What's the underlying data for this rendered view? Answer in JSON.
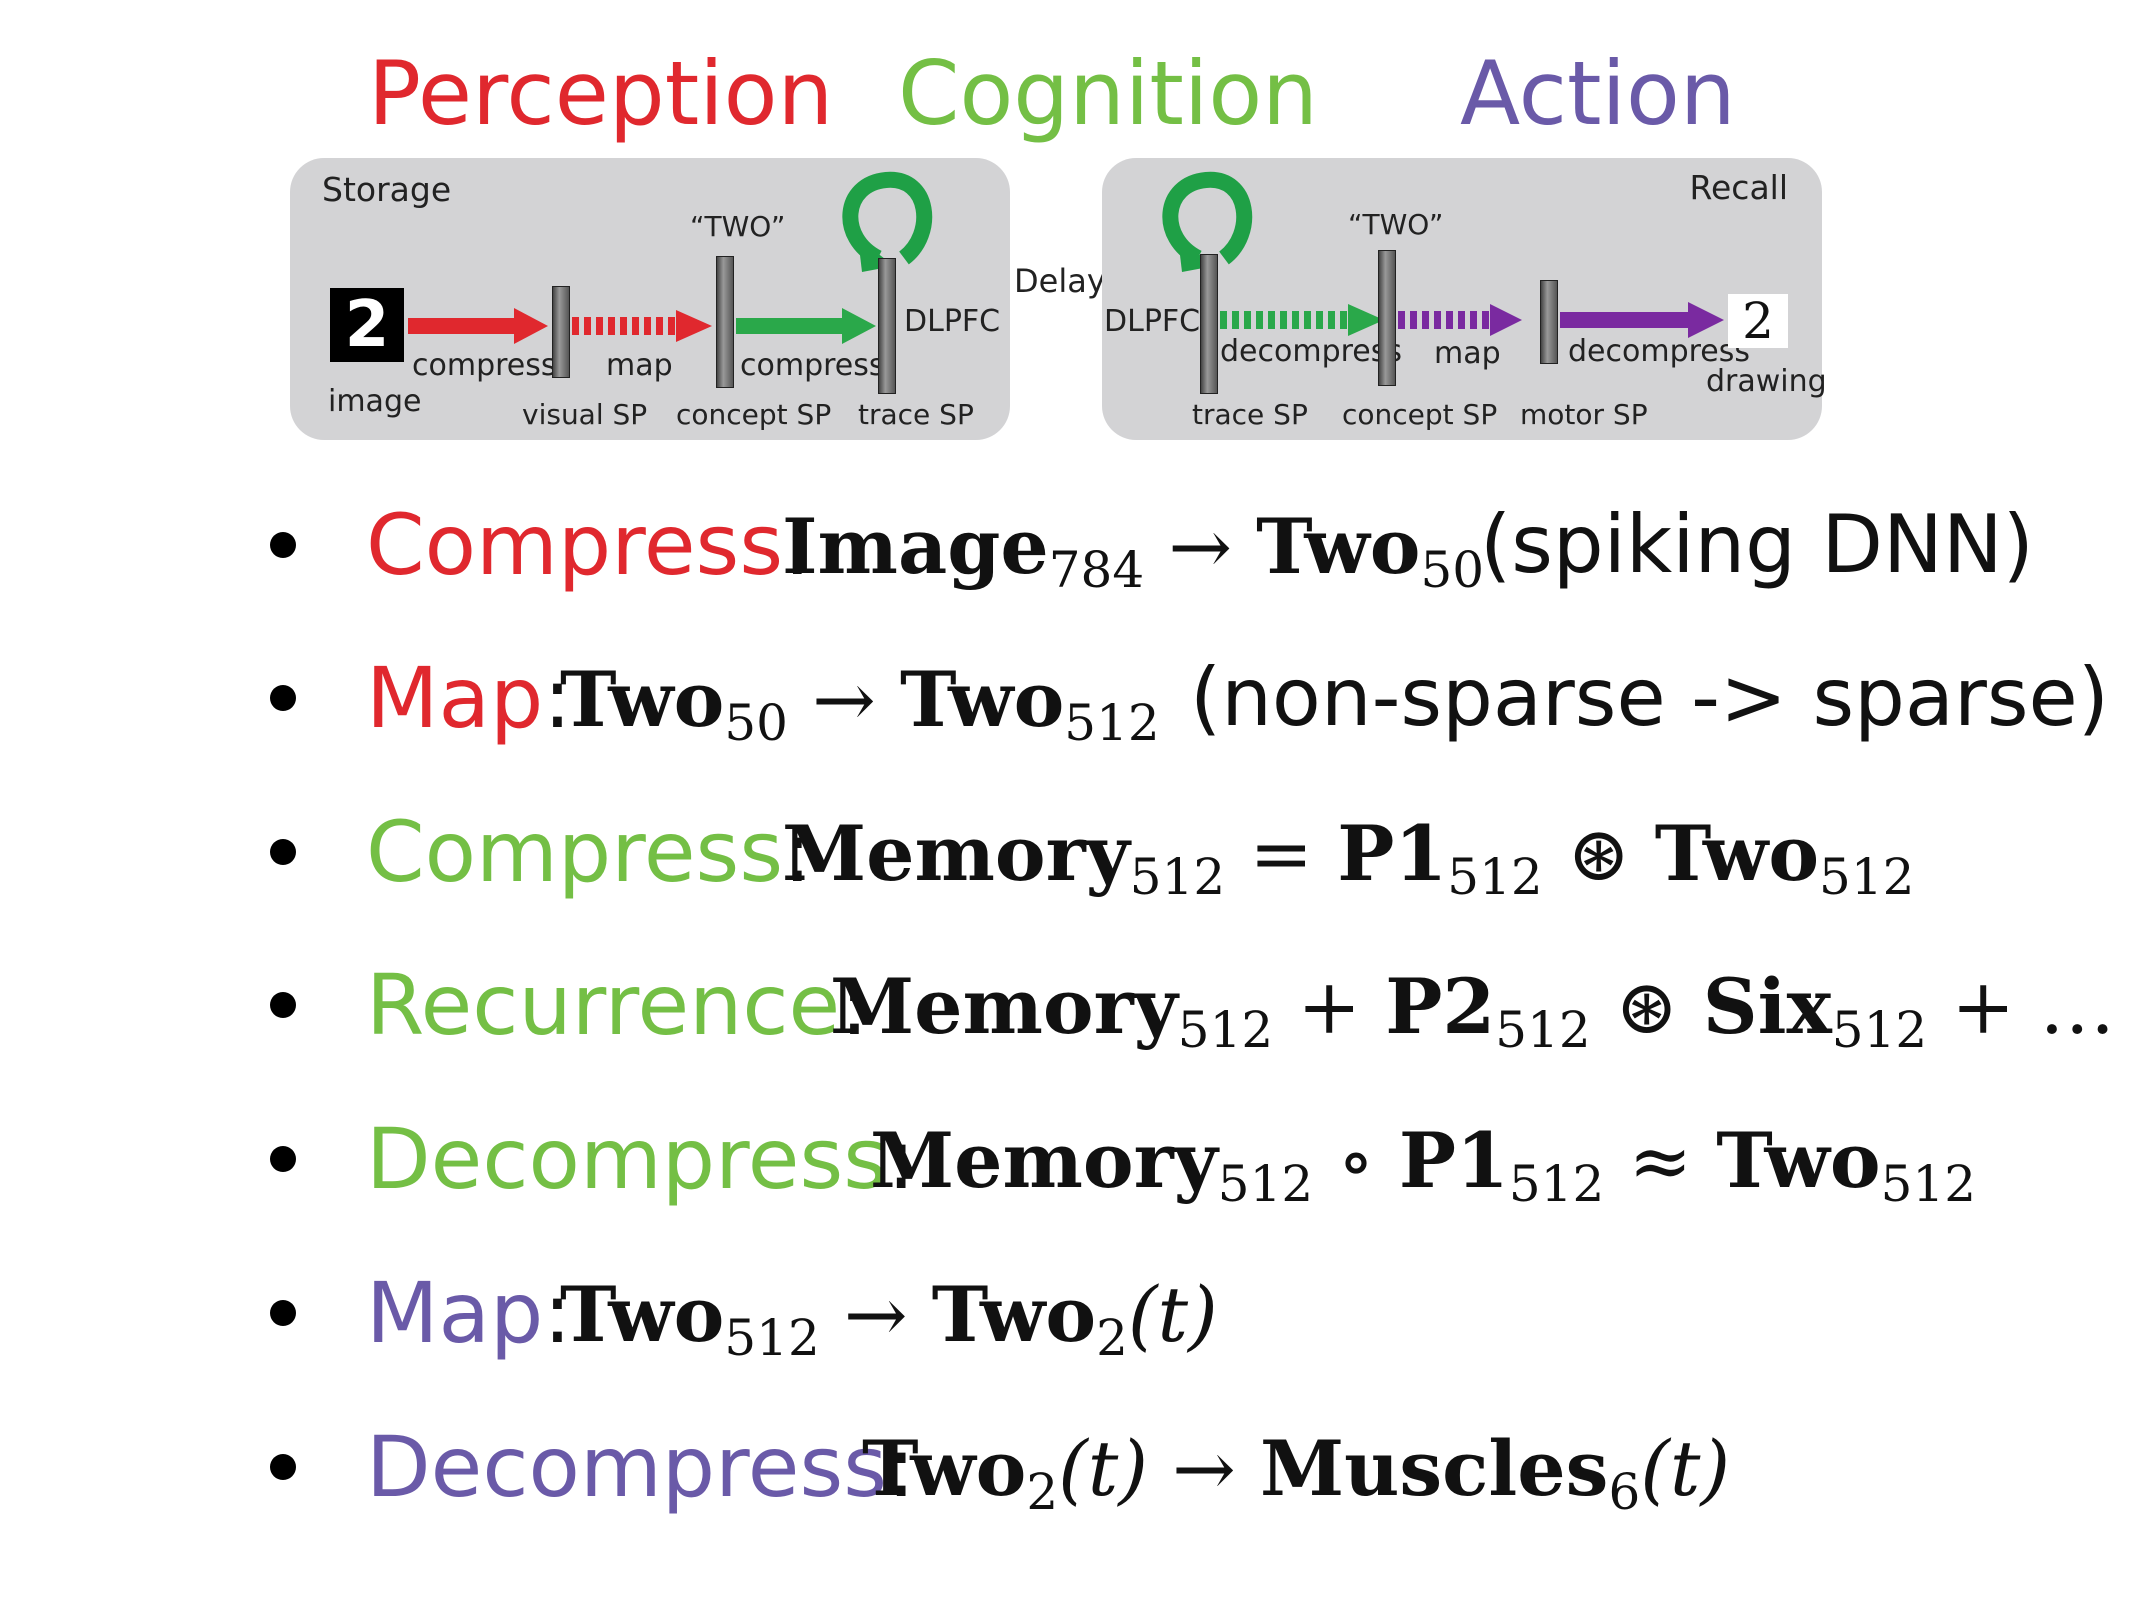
{
  "colors": {
    "perception": "#e0282e",
    "cognition": "#74bf45",
    "action": "#6a5aa8"
  },
  "headers": {
    "perception": "Perception",
    "cognition": "Cognition",
    "action": "Action"
  },
  "diagram": {
    "storage_label": "Storage",
    "recall_label": "Recall",
    "delay_label": "Delay",
    "image_label": "image",
    "drawing_label": "drawing",
    "digit_glyph": "2",
    "two_quote": "“TWO”",
    "dlpfc": "DLPFC",
    "compress": "compress",
    "map": "map",
    "decompress": "decompress",
    "sp": {
      "visual": "visual SP",
      "concept": "concept SP",
      "trace": "trace SP",
      "motor": "motor SP"
    }
  },
  "bullets": [
    {
      "term": "Compress",
      "sep": ": ",
      "formula": {
        "a": "Image",
        "a_sub": "784",
        "op": " → ",
        "b": "Two",
        "b_sub": "50"
      },
      "note": "(spiking DNN)"
    },
    {
      "term": "Map",
      "sep": ": ",
      "formula": {
        "a": "Two",
        "a_sub": "50",
        "op": " → ",
        "b": "Two",
        "b_sub": "512"
      },
      "note": "(non-sparse -> sparse)"
    },
    {
      "term": "Compress",
      "sep": ": ",
      "formula": {
        "a": "Memory",
        "a_sub": "512",
        "op": " = ",
        "b": "P1",
        "b_sub": "512",
        "op2": " ⊛ ",
        "c": "Two",
        "c_sub": "512"
      }
    },
    {
      "term": "Recurrence",
      "sep": ": ",
      "formula": {
        "a": "Memory",
        "a_sub": "512",
        "op": " + ",
        "b": "P2",
        "b_sub": "512",
        "op2": " ⊛ ",
        "c": "Six",
        "c_sub": "512",
        "tail": " + …"
      }
    },
    {
      "term": "Decompress",
      "sep": ": ",
      "formula": {
        "a": "Memory",
        "a_sub": "512",
        "op": " ∘ ",
        "b": "P1",
        "b_sub": "512",
        "op2": " ≈ ",
        "c": "Two",
        "c_sub": "512"
      }
    },
    {
      "term": "Map",
      "sep": ": ",
      "formula": {
        "a": "Two",
        "a_sub": "512",
        "op": " → ",
        "b": "Two",
        "b_sub": "2",
        "b_tail": "(t)"
      }
    },
    {
      "term": "Decompress",
      "sep": ": ",
      "formula": {
        "a": "Two",
        "a_sub": "2",
        "a_tail": "(t)",
        "op": " → ",
        "b": "Muscles",
        "b_sub": "6",
        "b_tail": "(t)"
      }
    }
  ]
}
